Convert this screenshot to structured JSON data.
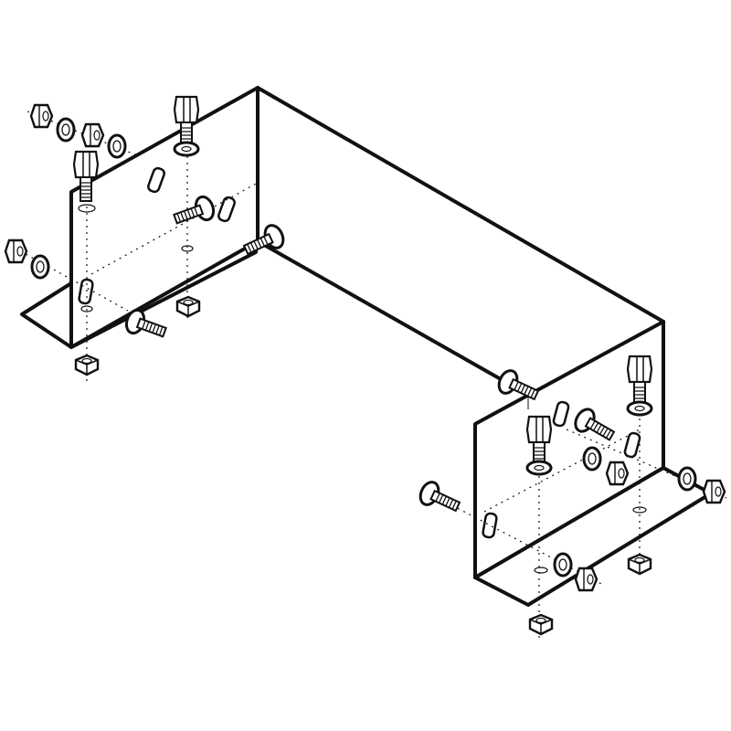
{
  "diagram": {
    "type": "exploded-assembly",
    "colors": {
      "line": "#111111",
      "fill": "#ffffff"
    },
    "parts": {
      "bracket": "u-channel-bracket",
      "bolts": "hex-head-bolt",
      "carriage_bolts": "carriage-bolt",
      "nuts": "hex-nut",
      "washers": "flat-washer"
    }
  }
}
